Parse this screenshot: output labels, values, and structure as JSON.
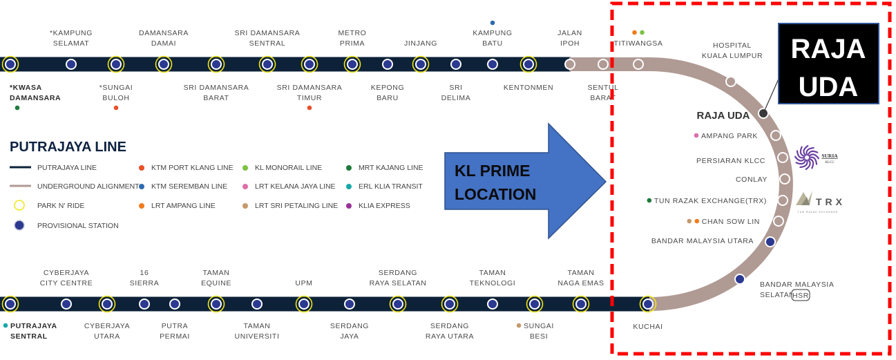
{
  "colors": {
    "putrajaya_line": "#0d2238",
    "underground": "#b09a94",
    "station_fill": "#2b3990",
    "park_ride_ring": "#f2e61a",
    "highlight_border": "#ff0000",
    "arrow_fill": "#4472c4",
    "ktm_port_klang": "#e8512a",
    "ktm_seremban": "#2f6bb0",
    "lrt_ampang": "#f07c1e",
    "kl_monorail": "#7cc242",
    "lrt_kelana_jaya": "#dc6fa8",
    "lrt_sri_petaling": "#c49a6c",
    "mrt_kajang": "#1e7a3c",
    "erl_klia_transit": "#18a8a8",
    "klia_express": "#993399"
  },
  "top_line": [
    {
      "lines": [
        "*KWASA",
        "DAMANSARA"
      ],
      "pos": "below",
      "bold": true,
      "park_ride": true,
      "interchanges": [
        "mrt_kajang"
      ]
    },
    {
      "lines": [
        "*KAMPUNG",
        "SELAMAT"
      ],
      "pos": "above",
      "park_ride": false,
      "interchanges": []
    },
    {
      "lines": [
        "*SUNGAI",
        "BULOH"
      ],
      "pos": "below",
      "park_ride": true,
      "interchanges": [
        "ktm_port_klang"
      ]
    },
    {
      "lines": [
        "DAMANSARA",
        "DAMAI"
      ],
      "pos": "above",
      "park_ride": true,
      "interchanges": []
    },
    {
      "lines": [
        "SRI DAMANSARA",
        "BARAT"
      ],
      "pos": "below",
      "park_ride": true,
      "interchanges": []
    },
    {
      "lines": [
        "SRI DAMANSARA",
        "SENTRAL"
      ],
      "pos": "above",
      "park_ride": true,
      "interchanges": []
    },
    {
      "lines": [
        "SRI DAMANSARA",
        "TIMUR"
      ],
      "pos": "below",
      "park_ride": true,
      "interchanges": [
        "ktm_port_klang"
      ]
    },
    {
      "lines": [
        "METRO",
        "PRIMA"
      ],
      "pos": "above",
      "park_ride": true,
      "interchanges": []
    },
    {
      "lines": [
        "KEPONG",
        "BARU"
      ],
      "pos": "below",
      "park_ride": false,
      "interchanges": []
    },
    {
      "lines": [
        "JINJANG"
      ],
      "pos": "above",
      "park_ride": true,
      "interchanges": []
    },
    {
      "lines": [
        "SRI",
        "DELIMA"
      ],
      "pos": "below",
      "park_ride": false,
      "interchanges": []
    },
    {
      "lines": [
        "KAMPUNG",
        "BATU"
      ],
      "pos": "above",
      "park_ride": false,
      "interchanges": [
        "ktm_seremban"
      ]
    },
    {
      "lines": [
        "KENTONMEN"
      ],
      "pos": "below",
      "park_ride": true,
      "interchanges": []
    },
    {
      "lines": [
        "JALAN",
        "IPOH"
      ],
      "pos": "above",
      "underground": true,
      "park_ride": false,
      "interchanges": []
    },
    {
      "lines": [
        "SENTUL",
        "BARAT"
      ],
      "pos": "below",
      "underground": true,
      "park_ride": false,
      "interchanges": []
    },
    {
      "lines": [
        "TITIWANGSA"
      ],
      "pos": "above",
      "underground": true,
      "park_ride": false,
      "interchanges": [
        "lrt_ampang",
        "kl_monorail"
      ]
    }
  ],
  "loop": [
    {
      "lines": [
        "HOSPITAL",
        "KUALA LUMPUR"
      ],
      "interchanges": []
    },
    {
      "lines": [
        "RAJA UDA"
      ],
      "highlight": true,
      "interchanges": []
    },
    {
      "lines": [
        "AMPANG PARK"
      ],
      "interchanges": [
        "lrt_kelana_jaya"
      ]
    },
    {
      "lines": [
        "PERSIARAN KLCC"
      ],
      "interchanges": []
    },
    {
      "lines": [
        "CONLAY"
      ],
      "interchanges": []
    },
    {
      "lines": [
        "TUN RAZAK EXCHANGE(TRX)"
      ],
      "interchanges": [
        "mrt_kajang"
      ]
    },
    {
      "lines": [
        "CHAN SOW LIN"
      ],
      "interchanges": [
        "lrt_sri_petaling",
        "lrt_ampang"
      ]
    },
    {
      "lines": [
        "BANDAR MALAYSIA UTARA"
      ],
      "provisional": true,
      "interchanges": []
    },
    {
      "lines": [
        "BANDAR MALAYSIA",
        "SELATAN"
      ],
      "provisional": true,
      "badge": "HSR",
      "interchanges": []
    },
    {
      "lines": [
        "KUCHAI"
      ],
      "park_ride": true,
      "interchanges": []
    }
  ],
  "bottom_line": [
    {
      "lines": [
        "PUTRAJAYA",
        "SENTRAL"
      ],
      "pos": "below",
      "bold": true,
      "park_ride": true,
      "interchanges": [
        "erl_klia_transit"
      ]
    },
    {
      "lines": [
        "CYBERJAYA",
        "CITY CENTRE"
      ],
      "pos": "above",
      "park_ride": false,
      "interchanges": []
    },
    {
      "lines": [
        "CYBERJAYA",
        "UTARA"
      ],
      "pos": "below",
      "park_ride": true,
      "interchanges": []
    },
    {
      "lines": [
        "16",
        "SIERRA"
      ],
      "pos": "above",
      "park_ride": false,
      "interchanges": []
    },
    {
      "lines": [
        "PUTRA",
        "PERMAI"
      ],
      "pos": "below",
      "park_ride": false,
      "interchanges": []
    },
    {
      "lines": [
        "TAMAN",
        "EQUINE"
      ],
      "pos": "above",
      "park_ride": true,
      "interchanges": []
    },
    {
      "lines": [
        "TAMAN",
        "UNIVERSITI"
      ],
      "pos": "below",
      "park_ride": false,
      "interchanges": []
    },
    {
      "lines": [
        "UPM"
      ],
      "pos": "above",
      "park_ride": true,
      "interchanges": []
    },
    {
      "lines": [
        "SERDANG",
        "JAYA"
      ],
      "pos": "below",
      "park_ride": false,
      "interchanges": []
    },
    {
      "lines": [
        "SERDANG",
        "RAYA SELATAN"
      ],
      "pos": "above",
      "park_ride": true,
      "interchanges": []
    },
    {
      "lines": [
        "SERDANG",
        "RAYA UTARA"
      ],
      "pos": "below",
      "park_ride": true,
      "interchanges": []
    },
    {
      "lines": [
        "TAMAN",
        "TEKNOLOGI"
      ],
      "pos": "above",
      "park_ride": false,
      "interchanges": []
    },
    {
      "lines": [
        "SUNGAI",
        "BESI"
      ],
      "pos": "below",
      "park_ride": true,
      "interchanges": [
        "lrt_sri_petaling"
      ]
    },
    {
      "lines": [
        "TAMAN",
        "NAGA EMAS"
      ],
      "pos": "above",
      "park_ride": true,
      "interchanges": []
    }
  ],
  "legend": {
    "title": "PUTRAJAYA LINE",
    "symbols": [
      {
        "label": "PUTRAJAYA LINE",
        "kind": "line"
      },
      {
        "label": "UNDERGROUND ALIGNMENT",
        "kind": "underground"
      },
      {
        "label": "PARK N' RIDE",
        "kind": "ring"
      },
      {
        "label": "PROVISIONAL STATION",
        "kind": "provisional"
      }
    ],
    "lines": [
      {
        "label": "KTM PORT KLANG LINE",
        "color": "ktm_port_klang"
      },
      {
        "label": "KTM SEREMBAN LINE",
        "color": "ktm_seremban"
      },
      {
        "label": "LRT AMPANG LINE",
        "color": "lrt_ampang"
      },
      {
        "label": "KL MONORAIL LINE",
        "color": "kl_monorail"
      },
      {
        "label": "LRT KELANA JAYA LINE",
        "color": "lrt_kelana_jaya"
      },
      {
        "label": "LRT SRI PETALING LINE",
        "color": "lrt_sri_petaling"
      },
      {
        "label": "MRT KAJANG LINE",
        "color": "mrt_kajang"
      },
      {
        "label": "ERL KLIA TRANSIT",
        "color": "erl_klia_transit"
      },
      {
        "label": "KLIA EXPRESS",
        "color": "klia_express"
      }
    ]
  },
  "arrow": {
    "lines": [
      "KL PRIME",
      "LOCATION"
    ]
  },
  "callout": {
    "lines": [
      "RAJA",
      "UDA"
    ]
  },
  "logos": {
    "suria": {
      "name": "SURIA",
      "sub": "KLCC"
    },
    "trx": {
      "name": "TRX",
      "sub": "TUN RAZAK EXCHANGE"
    }
  }
}
